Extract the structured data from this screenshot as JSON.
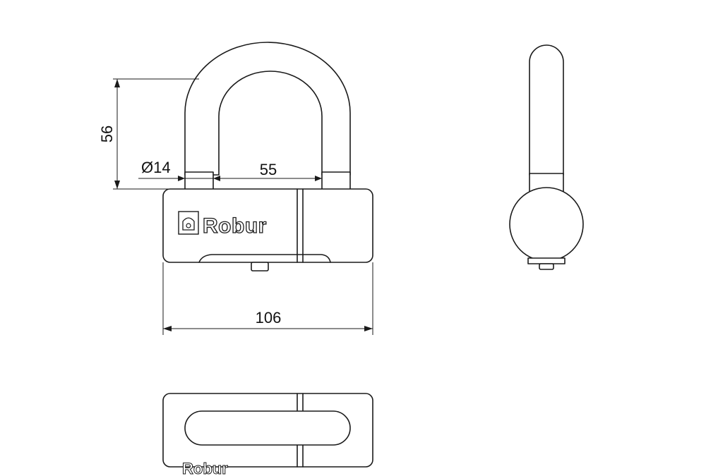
{
  "dimensions": {
    "height_label": "56",
    "diameter_label": "Ø14",
    "inner_width_label": "55",
    "body_width_label": "106"
  },
  "brand": {
    "name": "Robur"
  }
}
